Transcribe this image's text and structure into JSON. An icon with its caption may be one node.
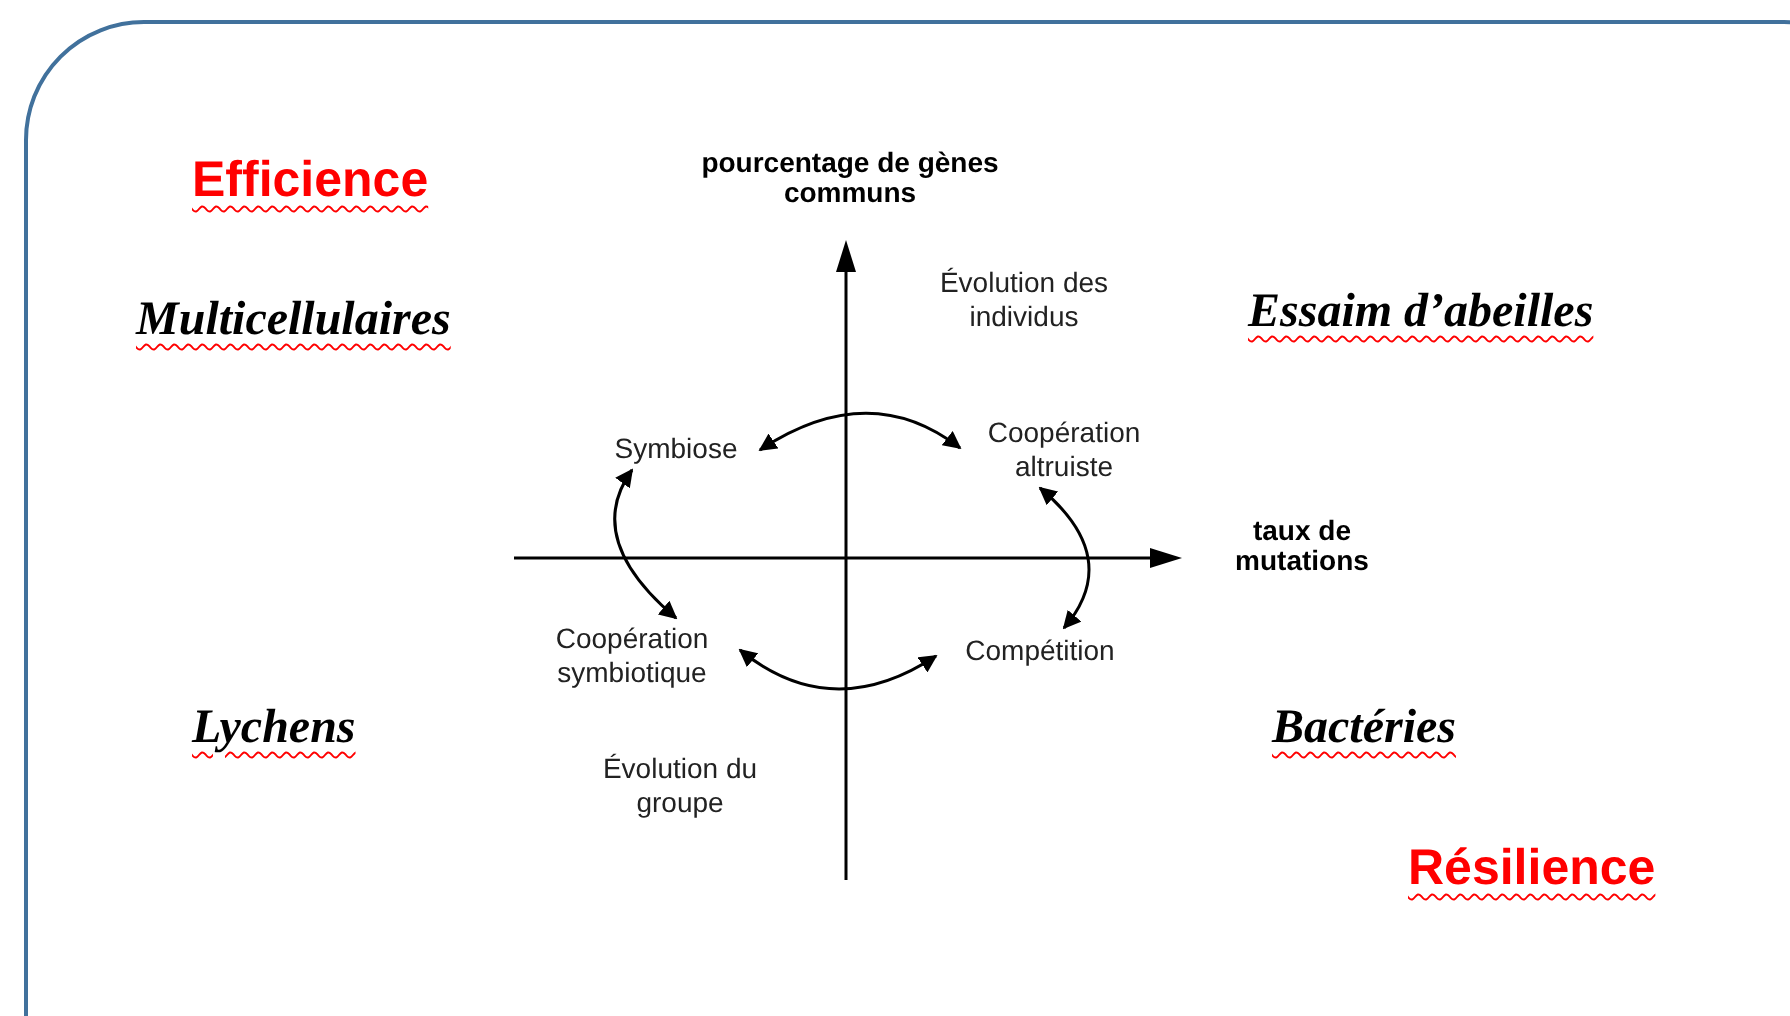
{
  "diagram": {
    "nodes": [
      {
        "text": [
          "Symbiose"
        ]
      },
      {
        "text": [
          "Coopération altruiste"
        ]
      },
      {
        "text": [
          "Compétition"
        ]
      },
      {
        "text": [
          "Coopération symbiotique"
        ]
      }
    ],
    "edges": [
      {
        "from": 0,
        "to": 1,
        "arrow": "both"
      },
      {
        "from": 1,
        "to": 2,
        "arrow": "both"
      },
      {
        "from": 2,
        "to": 3,
        "arrow": "both"
      },
      {
        "from": 3,
        "to": 0,
        "arrow": "both"
      }
    ],
    "labels": [
      "Efficience",
      "pourcentage de gènes communs",
      "Évolution des individus",
      "Multicellulaires",
      "Essaim d’abeilles",
      "taux de mutations",
      "Lychens",
      "Bactéries",
      "Évolution du groupe",
      "Résilience"
    ]
  }
}
